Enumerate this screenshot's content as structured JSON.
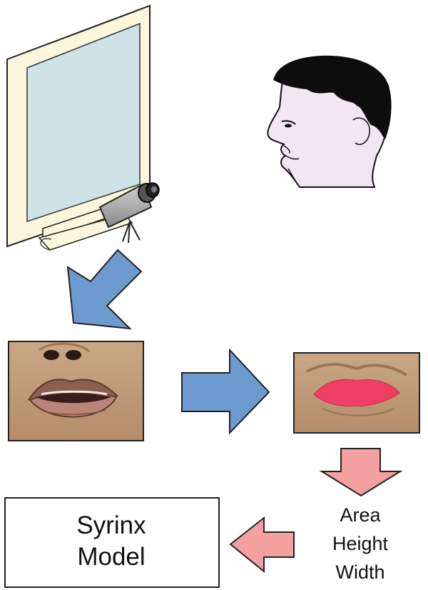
{
  "syrinx_box": {
    "line1": "Syrinx",
    "line2": "Model"
  },
  "features": [
    "Area",
    "Height",
    "Width"
  ],
  "icons": {
    "monitor": "monitor-icon",
    "camera": "camera-icon",
    "face": "face-profile-icon",
    "mouth_photo": "mouth-photo",
    "lip_segmented_photo": "lip-segmentation-photo"
  },
  "colors": {
    "blue_arrow": "#6e9bcf",
    "pink_arrow": "#f4a0a0",
    "lip_highlight": "#ef3f64",
    "screen": "#cfe3e6",
    "bezel": "#fbf6dc",
    "skin": "#f3e6f3"
  }
}
